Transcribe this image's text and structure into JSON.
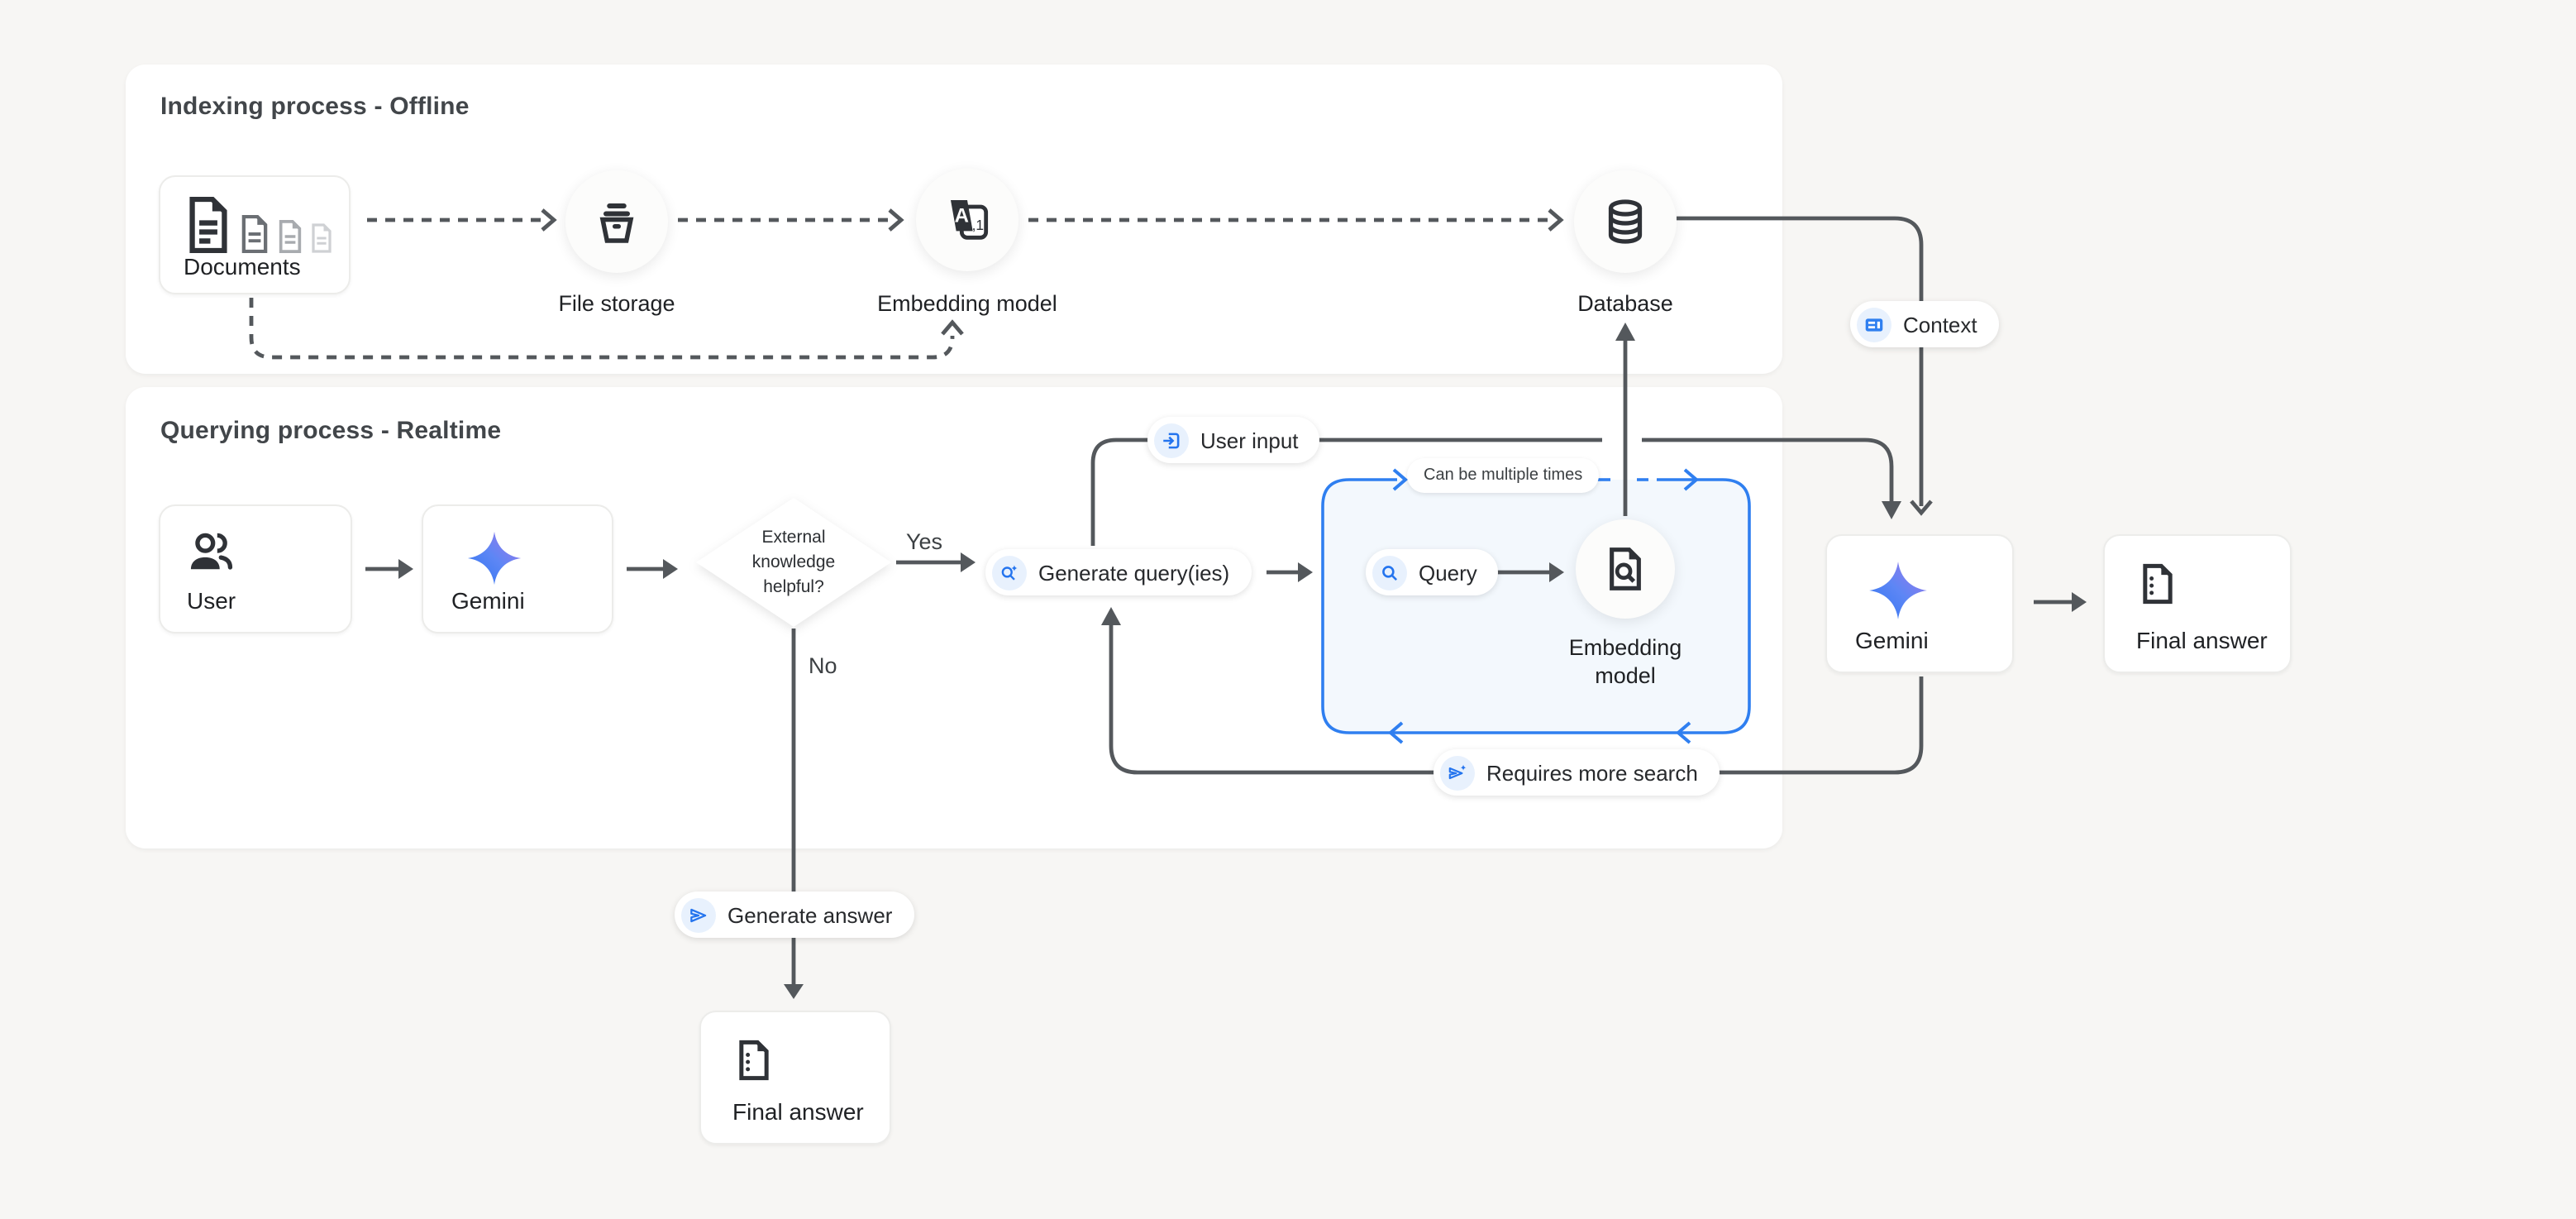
{
  "sections": {
    "indexing": {
      "title": "Indexing process - Offline"
    },
    "querying": {
      "title": "Querying process - Realtime"
    }
  },
  "nodes": {
    "documents": {
      "label": "Documents"
    },
    "file_storage": {
      "label": "File storage"
    },
    "embedding_model_indexing": {
      "label": "Embedding model"
    },
    "database": {
      "label": "Database"
    },
    "user": {
      "label": "User"
    },
    "gemini_query": {
      "label": "Gemini"
    },
    "decision": {
      "label_lines": [
        "External",
        "knowledge",
        "helpful?"
      ]
    },
    "embedding_model_query": {
      "line1": "Embedding",
      "line2": "model"
    },
    "gemini_answer": {
      "label": "Gemini"
    },
    "final_answer_right": {
      "label": "Final answer"
    },
    "final_answer_bottom": {
      "label": "Final answer"
    }
  },
  "pills": {
    "user_input": {
      "label": "User input",
      "icon": "input-icon"
    },
    "context": {
      "label": "Context",
      "icon": "article-icon"
    },
    "generate_queries": {
      "label": "Generate query(ies)",
      "icon": "search-sparkle-icon"
    },
    "query": {
      "label": "Query",
      "icon": "search-icon"
    },
    "can_be_multiple_times": {
      "label": "Can be multiple times"
    },
    "requires_more_search": {
      "label": "Requires more search",
      "icon": "send-sparkle-icon"
    },
    "generate_answer": {
      "label": "Generate answer",
      "icon": "send-icon"
    }
  },
  "edges": {
    "yes": "Yes",
    "no": "No"
  },
  "colors": {
    "page_bg": "#f7f6f4",
    "card_bg": "#ffffff",
    "line": "#54585c",
    "accent_blue": "#2f7ff0",
    "chip_bg": "#e8f1fd",
    "blue_box_bg": "#f3f8fd",
    "gemini_gradient_start": "#2e74f0",
    "gemini_gradient_end": "#a477e8"
  }
}
